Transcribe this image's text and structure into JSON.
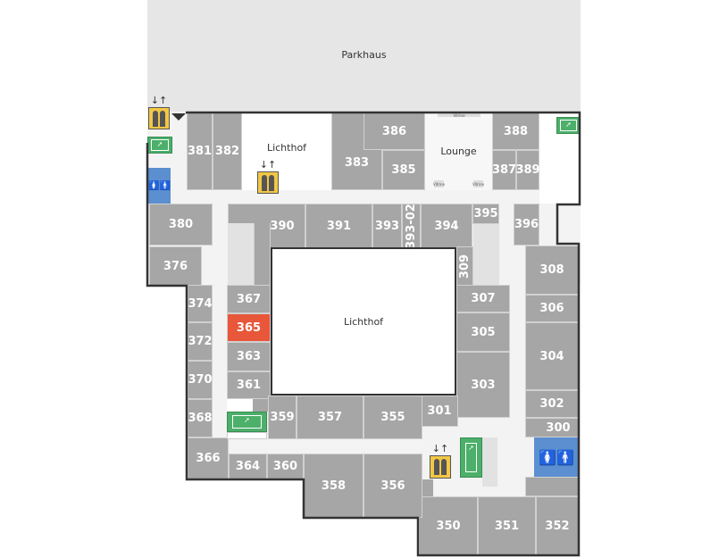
{
  "labels": {
    "parkhaus": "Parkhaus",
    "lichthof_top": "Lichthof",
    "lichthof_center": "Lichthof",
    "lounge": "Lounge",
    "vitrine": "Vitrine"
  },
  "selected_room": "365",
  "colors": {
    "room": "#a6a6a6",
    "selected": "#e8573a",
    "restroom": "#5b8fd0",
    "exit": "#4caf6a",
    "elevator": "#f2c744",
    "corridor": "#f3f3f3"
  },
  "rooms": {
    "r381": "381",
    "r382": "382",
    "r383": "383",
    "r385": "385",
    "r386": "386",
    "r387": "387",
    "r388": "388",
    "r389": "389",
    "r380": "380",
    "r376": "376",
    "r390": "390",
    "r391": "391",
    "r393": "393",
    "r393_02": "393-02",
    "r394": "394",
    "r395": "395",
    "r396": "396",
    "r309": "309",
    "r308": "308",
    "r306": "306",
    "r304": "304",
    "r302": "302",
    "r300": "300",
    "r352": "352",
    "r351": "351",
    "r350": "350",
    "r307": "307",
    "r305": "305",
    "r303": "303",
    "r301": "301",
    "r374": "374",
    "r372": "372",
    "r370": "370",
    "r368": "368",
    "r366": "366",
    "r367": "367",
    "r365": "365",
    "r363": "363",
    "r361": "361",
    "r359": "359",
    "r357": "357",
    "r355": "355",
    "r364": "364",
    "r360": "360",
    "r358": "358",
    "r356": "356"
  },
  "icons": {
    "elevator": "elevator-icon",
    "exit": "emergency-exit-icon",
    "restroom": "restroom-icon",
    "elevator_arrows": "↓↑",
    "restroom_glyph": "🚺🚹"
  }
}
